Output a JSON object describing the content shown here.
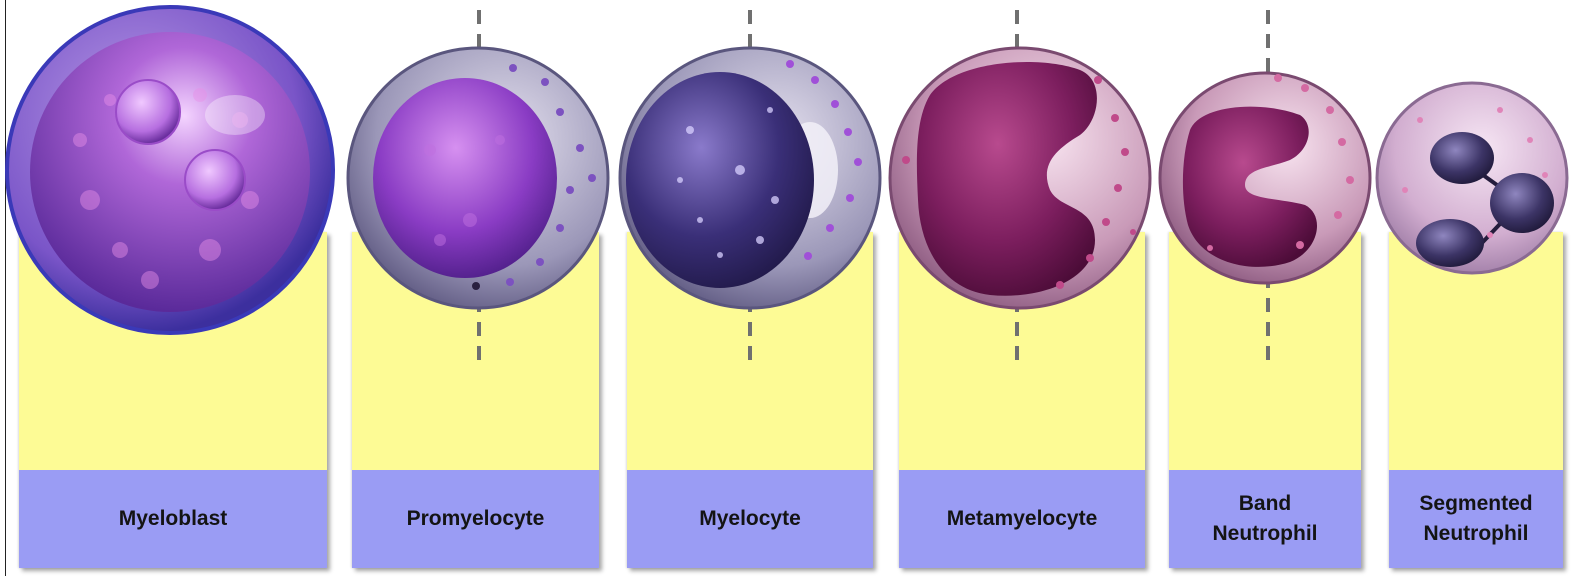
{
  "stages": [
    {
      "id": "myeloblast",
      "label": "Myeloblast"
    },
    {
      "id": "promyelocyte",
      "label": "Promyelocyte"
    },
    {
      "id": "myelocyte",
      "label": "Myelocyte"
    },
    {
      "id": "metamyelocyte",
      "label": "Metamyelocyte"
    },
    {
      "id": "band-neutrophil",
      "label": "Band\nNeutrophil"
    },
    {
      "id": "segmented-neutrophil",
      "label": "Segmented\nNeutrophil"
    }
  ],
  "colors": {
    "card_body": "#fdfb95",
    "card_label": "#9a9cf4",
    "divider_dash": "#707070"
  }
}
